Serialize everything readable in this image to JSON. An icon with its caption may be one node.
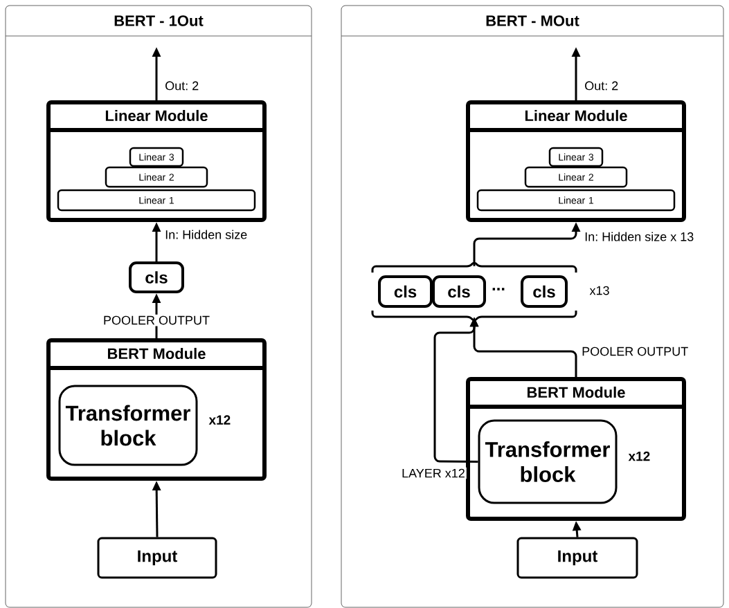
{
  "diagram": {
    "nodes": [
      {
        "text": [
          "BERT - 1Out"
        ]
      },
      {
        "text": [
          "Linear Module"
        ],
        "in": 0
      },
      {
        "text": [
          "Linear 3"
        ],
        "in": 1
      },
      {
        "text": [
          "Linear 2"
        ],
        "in": 1
      },
      {
        "text": [
          "Linear 1"
        ],
        "in": 1
      },
      {
        "text": [
          "cls"
        ],
        "in": 0
      },
      {
        "text": [
          "BERT Module"
        ],
        "in": 0
      },
      {
        "text": [
          "Transformer block"
        ],
        "in": 6,
        "beside": [
          "x12"
        ]
      },
      {
        "text": [
          "Input"
        ],
        "in": 0
      },
      {
        "text": [
          "BERT - MOut"
        ]
      },
      {
        "text": [
          "Linear Module"
        ],
        "in": 9
      },
      {
        "text": [
          "Linear 3"
        ],
        "in": 10
      },
      {
        "text": [
          "Linear 2"
        ],
        "in": 10
      },
      {
        "text": [
          "Linear 1"
        ],
        "in": 10
      },
      {
        "text": [],
        "shape": "bracket",
        "in": 9
      },
      {
        "text": [
          "cls"
        ],
        "in": 14
      },
      {
        "text": [
          "cls"
        ],
        "in": 14
      },
      {
        "text": [
          "cls"
        ],
        "in": 14
      },
      {
        "text": [
          "BERT Module"
        ],
        "in": 9
      },
      {
        "text": [
          "Transformer block"
        ],
        "in": 18,
        "beside": [
          "x12"
        ]
      },
      {
        "text": [
          "Input"
        ],
        "in": 9
      }
    ],
    "edges": [
      {
        "from": 1,
        "to": null,
        "arrow": "to",
        "label": "Out: 2"
      },
      {
        "from": 5,
        "to": 1,
        "arrow": "to",
        "label": "In: Hidden size"
      },
      {
        "from": 6,
        "to": 5,
        "arrow": "to",
        "label": "POOLER OUTPUT"
      },
      {
        "from": 8,
        "to": 6,
        "arrow": "to"
      },
      {
        "from": 10,
        "to": null,
        "arrow": "to",
        "label": "Out: 2"
      },
      {
        "from": 14,
        "to": 10,
        "arrow": "to",
        "label": "In: Hidden size x 13"
      },
      {
        "from": 18,
        "to": 14,
        "arrow": "to",
        "label": "POOLER OUTPUT"
      },
      {
        "from": 19,
        "to": 14,
        "arrow": "to",
        "label": "LAYER x12"
      },
      {
        "from": 20,
        "to": 18,
        "arrow": "to"
      }
    ],
    "labels": [
      "...",
      "x13"
    ]
  }
}
